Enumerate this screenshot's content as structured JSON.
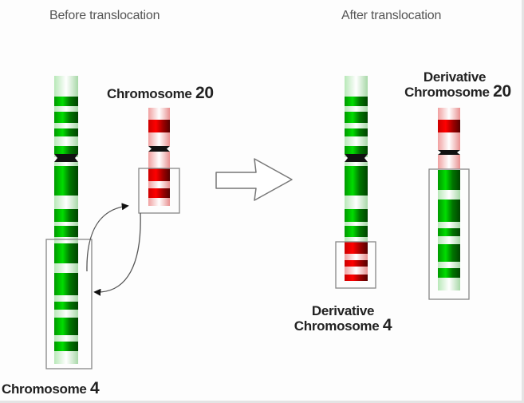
{
  "headings": {
    "before": "Before translocation",
    "after": "After translocation"
  },
  "labels": {
    "chr20": {
      "name": "Chromosome",
      "number": "20"
    },
    "chr4": {
      "name": "Chromosome",
      "number": "4"
    },
    "der20": {
      "line1": "Derivative",
      "name": "Chromosome",
      "number": "20"
    },
    "der4": {
      "line1": "Derivative",
      "name": "Chromosome",
      "number": "4"
    }
  },
  "colors": {
    "chr4_light": "#e8f8e8",
    "chr4_mid": "#00cc00",
    "chr4_dark": "#006600",
    "chr20_light": "#f8d8d8",
    "chr20_mid": "#ff0000",
    "chr20_dark": "#7a0000",
    "centromere": "#111111",
    "box": "#888888",
    "arrow": "#555555"
  },
  "icons": {
    "translocation_arrow": "right-arrow-outline",
    "exchange_arrow": "curved-double-arrow"
  }
}
